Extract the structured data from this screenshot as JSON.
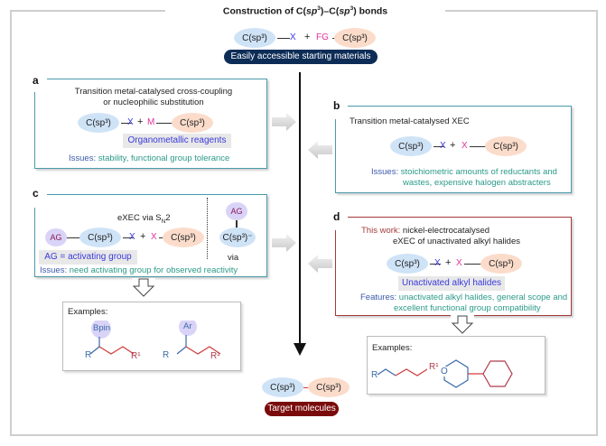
{
  "header": {
    "title_prefix": "Construction of C(",
    "title_sp": "sp",
    "title_mid": ")–C(",
    "title_suffix": ") bonds",
    "title_sup": "3",
    "reaction": {
      "left": "C(sp³)",
      "x": "X",
      "plus": "+",
      "fg": "FG",
      "right": "C(sp³)"
    },
    "banner": "Easily accessible starting materials"
  },
  "panel_a": {
    "label": "a",
    "title_line1": "Transition metal-catalysed cross-coupling",
    "title_line2": "or nucleophilic substitution",
    "reaction": {
      "left": "C(sp³)",
      "x": "X",
      "plus": "+",
      "m": "M",
      "right": "C(sp³)"
    },
    "reagent_label": "Organometallic reagents",
    "issues_key": "Issues:",
    "issues_text": " stability, functional group tolerance"
  },
  "panel_b": {
    "label": "b",
    "title": "Transition metal-catalysed XEC",
    "reaction": {
      "left": "C(sp³)",
      "x": "X",
      "plus": "+",
      "x2": "X",
      "right": "C(sp³)"
    },
    "issues_key": "Issues:",
    "issues_line1": " stoichiometric amounts of reductants and",
    "issues_line2": "wastes, expensive halogen abstracters"
  },
  "panel_c": {
    "label": "c",
    "title_prefix": "eXEC via S",
    "title_sub": "N",
    "title_suffix": "2",
    "reaction": {
      "ag": "AG",
      "left": "C(sp³)",
      "x": "X",
      "plus": "+",
      "x2": "X",
      "right": "C(sp³)"
    },
    "ag_def": "AG = activating group",
    "side_ag": "AG",
    "side_anion": "C(sp³)⁻",
    "side_via": "via",
    "issues_key": "Issues:",
    "issues_text": " need activating group for observed reactivity"
  },
  "panel_d": {
    "label": "d",
    "this_work": "This work:",
    "title_line1": " nickel-electrocatalysed",
    "title_line2": "eXEC of unactivated alkyl halides",
    "reaction": {
      "left": "C(sp³)",
      "x": "X",
      "plus": "+",
      "x2": "X",
      "right": "C(sp³)"
    },
    "reagent_label": "Unactivated alkyl halides",
    "features_key": "Features:",
    "features_line1": " unactivated alkyl halides, general scope and",
    "features_line2": "excellent functional group compatibility"
  },
  "examples_c": {
    "title": "Examples:",
    "mol1": {
      "sub": "Bpin",
      "r": "R",
      "r1": "R¹"
    },
    "mol2": {
      "sub": "Ar",
      "r": "R",
      "r1": "R¹"
    }
  },
  "examples_d": {
    "title": "Examples:",
    "mol1": {
      "r": "R",
      "r1": "R¹"
    },
    "mol2": {
      "hetero": "O"
    }
  },
  "footer": {
    "left": "C(sp³)",
    "right": "C(sp³)",
    "banner": "Target molecules"
  },
  "colors": {
    "navy": "#0d2d57",
    "maroon": "#7a0b0b",
    "teal_border": "#4a9aaa",
    "red_border": "#a33a3a",
    "blue_ellipse": "#cfe3f7",
    "peach_ellipse": "#fbdccb",
    "purple_ellipse": "#d9d4f7"
  }
}
